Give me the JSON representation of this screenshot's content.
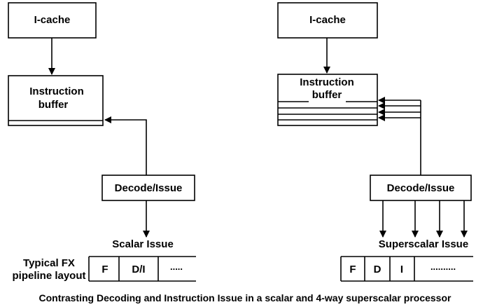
{
  "left": {
    "icache_label": "I-cache",
    "buffer_label_line1": "Instruction",
    "buffer_label_line2": "buffer",
    "decode_label": "Decode/Issue",
    "issue_label": "Scalar Issue",
    "pipeline_caption_line1": "Typical FX",
    "pipeline_caption_line2": "pipeline layout",
    "pipeline_cells": [
      "F",
      "D/I",
      "....."
    ]
  },
  "right": {
    "icache_label": "I-cache",
    "buffer_label_line1": "Instruction",
    "buffer_label_line2": "buffer",
    "decode_label": "Decode/Issue",
    "issue_label": "Superscalar Issue",
    "pipeline_cells": [
      "F",
      "D",
      "I",
      ".........."
    ]
  },
  "caption": "Contrasting Decoding and Instruction Issue in a scalar and 4-way superscalar processor"
}
